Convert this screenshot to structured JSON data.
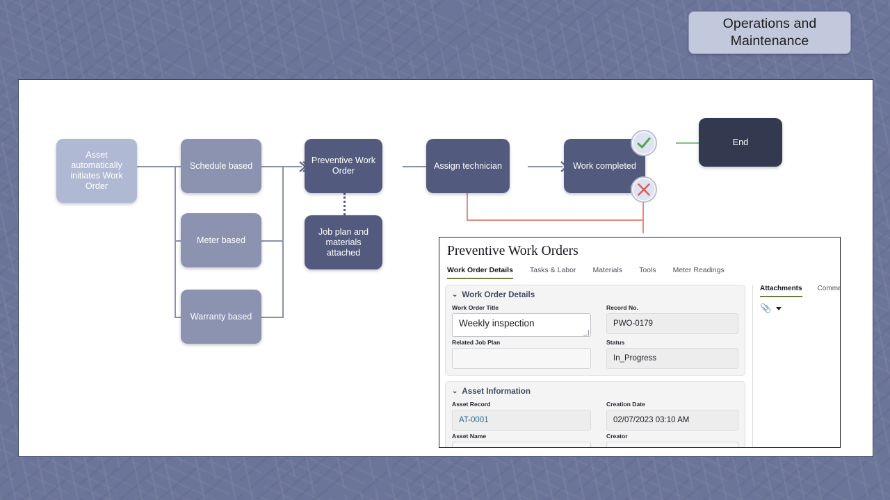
{
  "slide": {
    "title": "Operations and Maintenance",
    "background_color": "#6b7499",
    "canvas_color": "#ffffff"
  },
  "flowchart": {
    "nodes": [
      {
        "id": "start",
        "label": "Asset automatically initiates Work Order",
        "style": "lavender"
      },
      {
        "id": "schedule",
        "label": "Schedule based",
        "style": "slate"
      },
      {
        "id": "meter",
        "label": "Meter based",
        "style": "slate"
      },
      {
        "id": "warranty",
        "label": "Warranty based",
        "style": "slate"
      },
      {
        "id": "pwo",
        "label": "Preventive Work Order",
        "style": "deep"
      },
      {
        "id": "jobplan",
        "label": "Job plan and materials attached",
        "style": "deep"
      },
      {
        "id": "assign",
        "label": "Assign technician",
        "style": "deep"
      },
      {
        "id": "completed",
        "label": "Work completed",
        "style": "deep"
      },
      {
        "id": "end",
        "label": "End",
        "style": "dark"
      }
    ],
    "status_markers": [
      {
        "id": "success",
        "icon": "check-icon",
        "color": "#4fa94f"
      },
      {
        "id": "failure",
        "icon": "cross-icon",
        "color": "#d4605a"
      }
    ],
    "edge_colors": {
      "default": "#8a90a8",
      "success": "#7cc47f",
      "failure": "#e38b80"
    }
  },
  "form": {
    "title": "Preventive Work Orders",
    "tabs": [
      {
        "label": "Work Order Details",
        "active": true
      },
      {
        "label": "Tasks & Labor",
        "active": false
      },
      {
        "label": "Materials",
        "active": false
      },
      {
        "label": "Tools",
        "active": false
      },
      {
        "label": "Meter Readings",
        "active": false
      }
    ],
    "sections": [
      {
        "title": "Work Order Details",
        "fields": [
          {
            "label": "Work Order Title",
            "value": "Weekly inspection",
            "kind": "textarea"
          },
          {
            "label": "Record No.",
            "value": "PWO-0179",
            "kind": "readonly"
          },
          {
            "label": "Related Job Plan",
            "value": "",
            "kind": "empty"
          },
          {
            "label": "Status",
            "value": "In_Progress",
            "kind": "readonly"
          }
        ]
      },
      {
        "title": "Asset Information",
        "fields": [
          {
            "label": "Asset Record",
            "value": "AT-0001",
            "kind": "link"
          },
          {
            "label": "Creation Date",
            "value": "02/07/2023 03:10 AM",
            "kind": "readonly"
          },
          {
            "label": "Asset Name",
            "value": "",
            "kind": "empty"
          },
          {
            "label": "Creator",
            "value": "",
            "kind": "empty"
          }
        ]
      }
    ],
    "side_panel": {
      "tabs": [
        {
          "label": "Attachments",
          "active": true
        },
        {
          "label": "Comme",
          "active": false
        }
      ],
      "toolbar_icon": "paperclip-icon",
      "accent_color": "#6b7a3f"
    }
  }
}
